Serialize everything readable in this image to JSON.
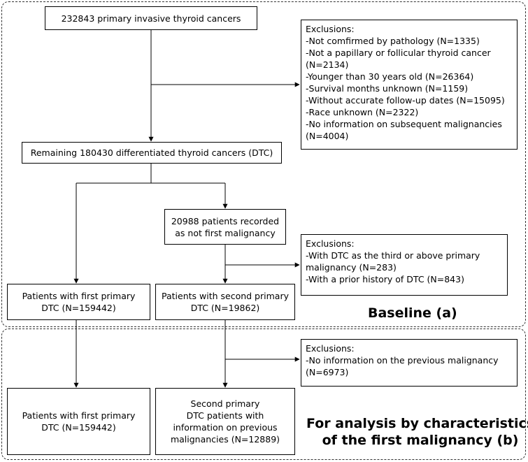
{
  "boxes": {
    "start": [
      "232843 primary invasive thyroid cancers"
    ],
    "exclusions1": [
      "Exclusions:",
      "-Not comfirmed by pathology (N=1335)",
      "-Not a papillary or follicular thyroid cancer",
      "(N=2134)",
      "-Younger than 30 years old (N=26364)",
      "-Survival months unknown (N=1159)",
      "-Without accurate follow-up dates (N=15095)",
      "-Race unknown (N=2322)",
      "-No information on subsequent malignancies",
      "(N=4004)"
    ],
    "remaining": [
      "Remaining 180430 differentiated thyroid cancers (DTC)"
    ],
    "not_first": [
      "20988 patients recorded",
      "as not first malignancy"
    ],
    "exclusions2": [
      "Exclusions:",
      "-With DTC as the third or above primary",
      "malignancy (N=283)",
      "-With a prior history of DTC (N=843)"
    ],
    "first_primary_a": [
      "Patients with first primary",
      "DTC (N=159442)"
    ],
    "second_primary_a": [
      "Patients with second primary",
      "DTC (N=19862)"
    ],
    "exclusions3": [
      "Exclusions:",
      "-No information on the previous malignancy",
      "(N=6973)"
    ],
    "first_primary_b": [
      "Patients with first primary",
      "DTC (N=159442)"
    ],
    "second_primary_b": [
      "Second primary",
      "DTC patients with",
      "information on previous",
      "malignancies (N=12889)"
    ]
  },
  "labels": {
    "baseline": "Baseline (a)",
    "analysis": [
      "For analysis by characteristics",
      "of the first malignancy (b)"
    ]
  }
}
